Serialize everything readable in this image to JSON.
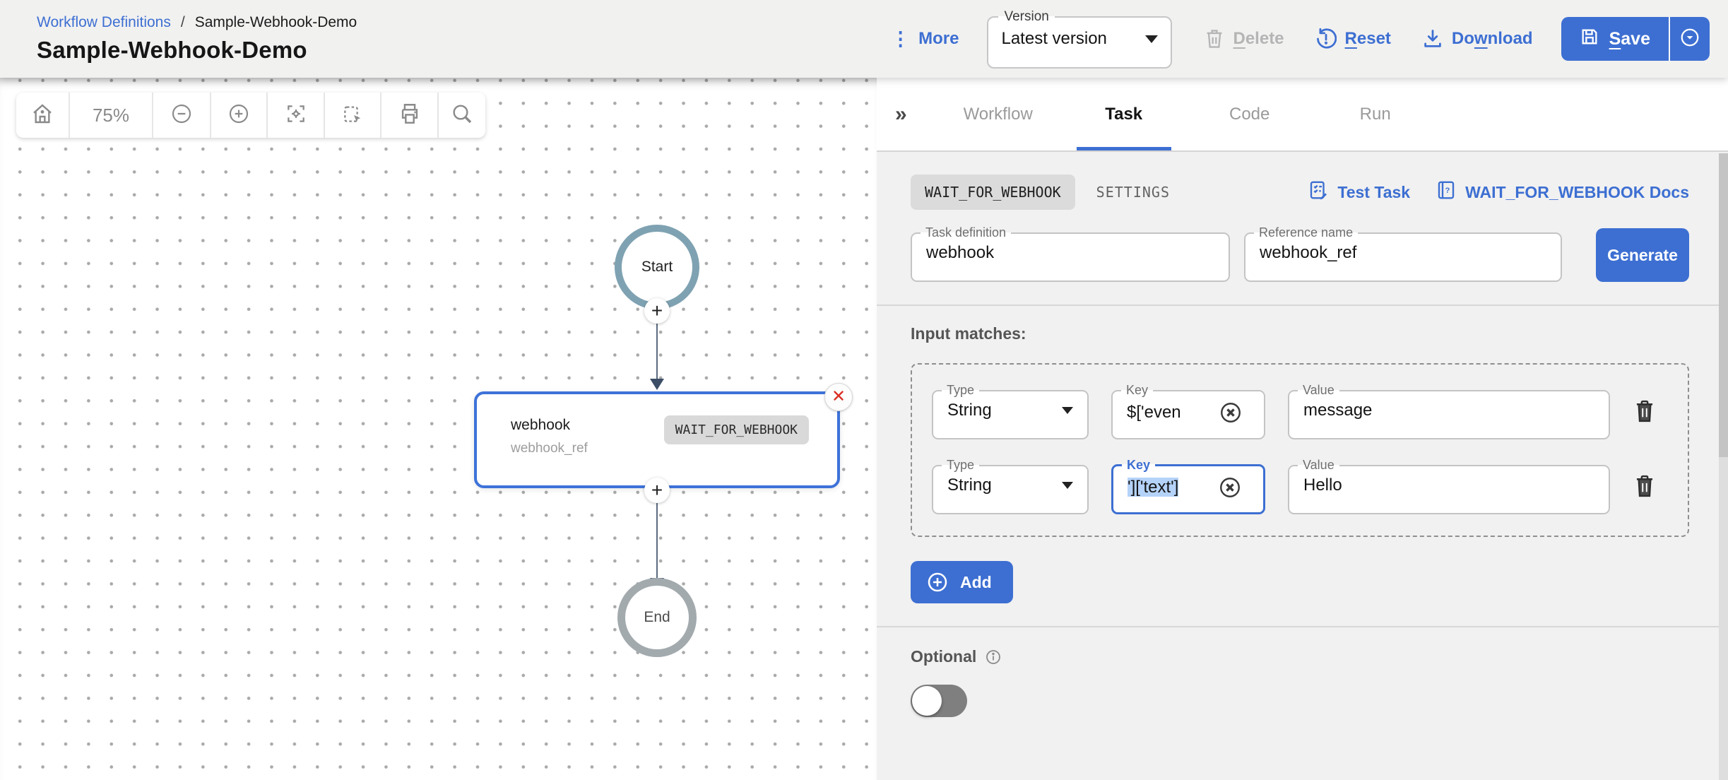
{
  "header": {
    "breadcrumb": {
      "link": "Workflow Definitions",
      "separator": "/",
      "current": "Sample-Webhook-Demo"
    },
    "title": "Sample-Webhook-Demo",
    "more_label": "More",
    "version": {
      "label": "Version",
      "value": "Latest version"
    },
    "delete": {
      "pre": "",
      "hotkey": "D",
      "post": "elete"
    },
    "reset": {
      "pre": "",
      "hotkey": "R",
      "post": "eset"
    },
    "download": {
      "pre": "Do",
      "hotkey": "w",
      "post": "nload"
    },
    "save": {
      "pre": "",
      "hotkey": "S",
      "post": "ave"
    }
  },
  "canvas": {
    "toolbar": {
      "zoom_level": "75%"
    },
    "nodes": {
      "start_label": "Start",
      "end_label": "End",
      "task": {
        "name": "webhook",
        "ref": "webhook_ref",
        "type_badge": "WAIT_FOR_WEBHOOK"
      }
    }
  },
  "panel": {
    "tabs": [
      {
        "label": "Workflow"
      },
      {
        "label": "Task"
      },
      {
        "label": "Code"
      },
      {
        "label": "Run"
      }
    ],
    "subtabs": {
      "task_type": "WAIT_FOR_WEBHOOK",
      "settings": "SETTINGS"
    },
    "links": {
      "test_task": "Test Task",
      "docs": "WAIT_FOR_WEBHOOK Docs"
    },
    "fields": {
      "task_definition": {
        "label": "Task definition",
        "value": "webhook"
      },
      "reference_name": {
        "label": "Reference name",
        "value": "webhook_ref"
      },
      "generate_label": "Generate"
    },
    "input_matches": {
      "heading": "Input matches:",
      "rows": [
        {
          "type_label": "Type",
          "type_value": "String",
          "key_label": "Key",
          "key_value": "$['even",
          "value_label": "Value",
          "value_value": "message"
        },
        {
          "type_label": "Type",
          "type_value": "String",
          "key_label": "Key",
          "key_value": "']['text']",
          "value_label": "Value",
          "value_value": "Hello"
        }
      ],
      "add_label": "Add"
    },
    "optional_label": "Optional"
  },
  "icons": {
    "more": "vertical-dots-icon",
    "delete": "trash-icon",
    "reset": "reset-exclamation-icon",
    "download": "download-icon",
    "save": "floppy-icon",
    "save_arrow": "circle-chevron-down-icon",
    "toolbar": [
      "home-icon",
      "zoom-out-icon",
      "zoom-in-icon",
      "fit-view-icon",
      "select-area-icon",
      "print-icon",
      "search-icon"
    ],
    "panel": [
      "collapse-chevrons-icon",
      "test-task-icon",
      "docs-book-icon",
      "clear-circle-x-icon",
      "trash-icon",
      "add-circle-plus-icon",
      "info-icon"
    ]
  },
  "colors": {
    "accent_blue": "#3d6fd2",
    "node_selected_border": "#3d72d8",
    "start_ring": "#7fa2b2",
    "end_ring": "#a2aaae",
    "selection_highlight": "#b5d3f9",
    "close_x_red": "#d93025",
    "panel_bg": "#f1f1f1",
    "chip_bg": "#dbdbdb"
  }
}
